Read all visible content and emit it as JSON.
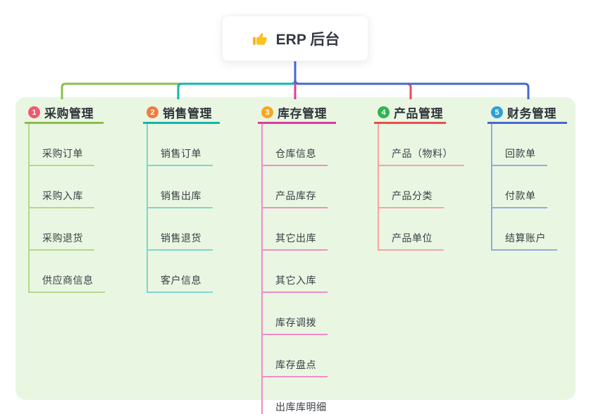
{
  "root": {
    "title": "ERP 后台",
    "icon": "thumbs-up-icon"
  },
  "branches": [
    {
      "number": "1",
      "title": "采购管理",
      "badge_color": "#f0596e",
      "line_color": "#8cbe4c",
      "child_line_color": "#b4d88c",
      "children": [
        "采购订单",
        "采购入库",
        "采购退货",
        "供应商信息"
      ]
    },
    {
      "number": "2",
      "title": "销售管理",
      "badge_color": "#f37b3f",
      "line_color": "#14b5ae",
      "child_line_color": "#7fd4cf",
      "children": [
        "销售订单",
        "销售出库",
        "销售退货",
        "客户信息"
      ]
    },
    {
      "number": "3",
      "title": "库存管理",
      "badge_color": "#f9a61f",
      "line_color": "#e13a9e",
      "child_line_color": "#f18cc8",
      "children": [
        "仓库信息",
        "产品库存",
        "其它出库",
        "其它入库",
        "库存调拨",
        "库存盘点",
        "出库库明细"
      ]
    },
    {
      "number": "4",
      "title": "产品管理",
      "badge_color": "#2eb550",
      "line_color": "#ef4b4e",
      "child_line_color": "#f7a3a4",
      "children": [
        "产品（物料）",
        "产品分类",
        "产品单位"
      ]
    },
    {
      "number": "5",
      "title": "财务管理",
      "badge_color": "#2f9fd8",
      "line_color": "#4668d3",
      "child_line_color": "#94a9e4",
      "children": [
        "回款单",
        "付款单",
        "结算账户"
      ]
    }
  ],
  "colors": {
    "panel_background": "#e9f7e2",
    "page_background": "#ffffff",
    "root_connector": "#4668d3",
    "thumb_icon": "#fcc21b",
    "thumb_cuff": "#f5a623"
  }
}
